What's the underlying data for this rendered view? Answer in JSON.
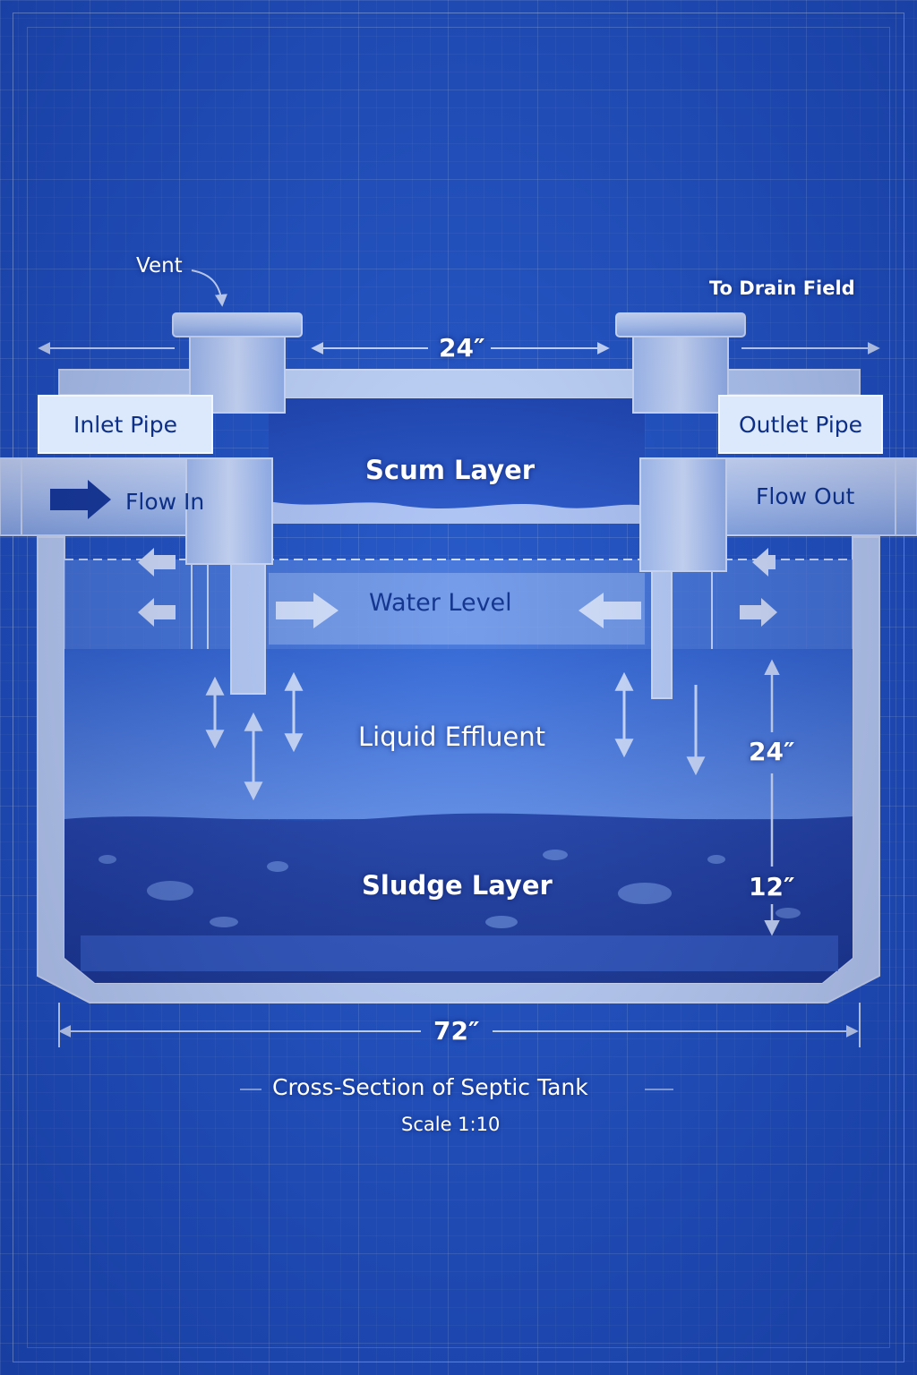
{
  "labels": {
    "vent": "Vent",
    "to_drain_field": "To Drain Field",
    "inlet_pipe": "Inlet Pipe",
    "outlet_pipe": "Outlet Pipe",
    "flow_in": "Flow In",
    "flow_out": "Flow Out",
    "scum_layer": "Scum Layer",
    "water_level": "Water Level",
    "liquid_effluent": "Liquid Effluent",
    "sludge_layer": "Sludge Layer"
  },
  "dimensions": {
    "top_span": "24″",
    "liquid_depth": "24″",
    "sludge_depth": "12″",
    "tank_length": "72″"
  },
  "caption": {
    "title": "Cross-Section of Septic Tank",
    "scale": "Scale 1:10"
  },
  "colors": {
    "background": "#1f4fbd",
    "line": "#e8f0ff",
    "pipe_fill": "#d9e6fb",
    "label_box_text": "#0e2f86",
    "liquid": "#3f6fd0",
    "sludge": "#1a3a9a"
  }
}
